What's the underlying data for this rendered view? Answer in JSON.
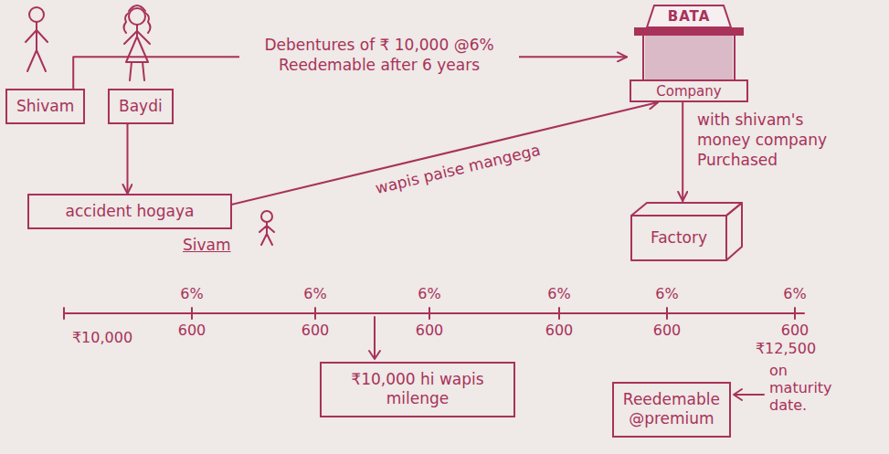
{
  "diagram": {
    "nodes": [
      {
        "text": [
          "Shivam"
        ]
      },
      {
        "text": [
          "Baydi"
        ]
      },
      {
        "text": [
          "BATA",
          "Company"
        ]
      },
      {
        "text": [
          "accident hogaya"
        ]
      },
      {
        "text": [
          "Factory"
        ]
      },
      {
        "text": [
          "₹10,000 hi wapis milenge"
        ]
      },
      {
        "text": [
          "Reedemable @premium"
        ]
      }
    ],
    "edges": [
      {
        "from": 0,
        "to": 2,
        "arrow": "to",
        "label": "Debentures of ₹ 10,000 @6% Reedemable after 6 years"
      },
      {
        "from": 1,
        "to": 3,
        "arrow": "to"
      },
      {
        "from": 3,
        "to": 2,
        "arrow": "to",
        "label": "wapis paise mangega"
      },
      {
        "from": 2,
        "to": 4,
        "arrow": "to",
        "label": "with shivam's money company Purchased"
      }
    ],
    "labels": [
      "Sivam",
      "₹10,000",
      "6%",
      "6%",
      "6%",
      "6%",
      "6%",
      "6%",
      "600",
      "600",
      "600",
      "600",
      "600",
      "600",
      "₹12,500",
      "on maturity date."
    ]
  }
}
